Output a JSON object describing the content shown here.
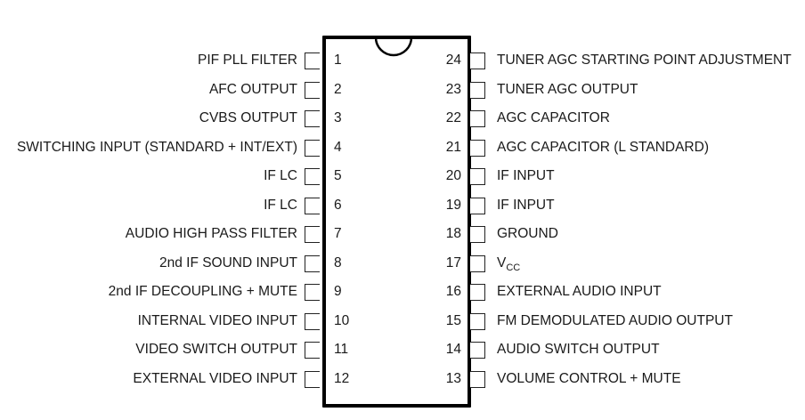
{
  "diagram": {
    "type": "ic-pinout",
    "package": "24-pin DIP",
    "left_pins": [
      {
        "num": "1",
        "label": "PIF PLL FILTER"
      },
      {
        "num": "2",
        "label": "AFC OUTPUT"
      },
      {
        "num": "3",
        "label": "CVBS OUTPUT"
      },
      {
        "num": "4",
        "label": "SWITCHING INPUT (STANDARD + INT/EXT)"
      },
      {
        "num": "5",
        "label": "IF LC"
      },
      {
        "num": "6",
        "label": "IF LC"
      },
      {
        "num": "7",
        "label": "AUDIO HIGH PASS FILTER"
      },
      {
        "num": "8",
        "label": "2nd IF SOUND INPUT"
      },
      {
        "num": "9",
        "label": "2nd IF DECOUPLING + MUTE"
      },
      {
        "num": "10",
        "label": "INTERNAL VIDEO INPUT"
      },
      {
        "num": "11",
        "label": "VIDEO SWITCH OUTPUT"
      },
      {
        "num": "12",
        "label": "EXTERNAL VIDEO INPUT"
      }
    ],
    "right_pins": [
      {
        "num": "24",
        "label": "TUNER AGC STARTING POINT ADJUSTMENT"
      },
      {
        "num": "23",
        "label": "TUNER AGC OUTPUT"
      },
      {
        "num": "22",
        "label": "AGC CAPACITOR"
      },
      {
        "num": "21",
        "label": "AGC CAPACITOR (L STANDARD)"
      },
      {
        "num": "20",
        "label": "IF INPUT"
      },
      {
        "num": "19",
        "label": "IF INPUT"
      },
      {
        "num": "18",
        "label": "GROUND"
      },
      {
        "num": "17",
        "label": "V",
        "label_sub": "CC"
      },
      {
        "num": "16",
        "label": "EXTERNAL AUDIO INPUT"
      },
      {
        "num": "15",
        "label": "FM DEMODULATED AUDIO OUTPUT"
      },
      {
        "num": "14",
        "label": "AUDIO SWITCH OUTPUT"
      },
      {
        "num": "13",
        "label": "VOLUME CONTROL + MUTE"
      }
    ]
  }
}
